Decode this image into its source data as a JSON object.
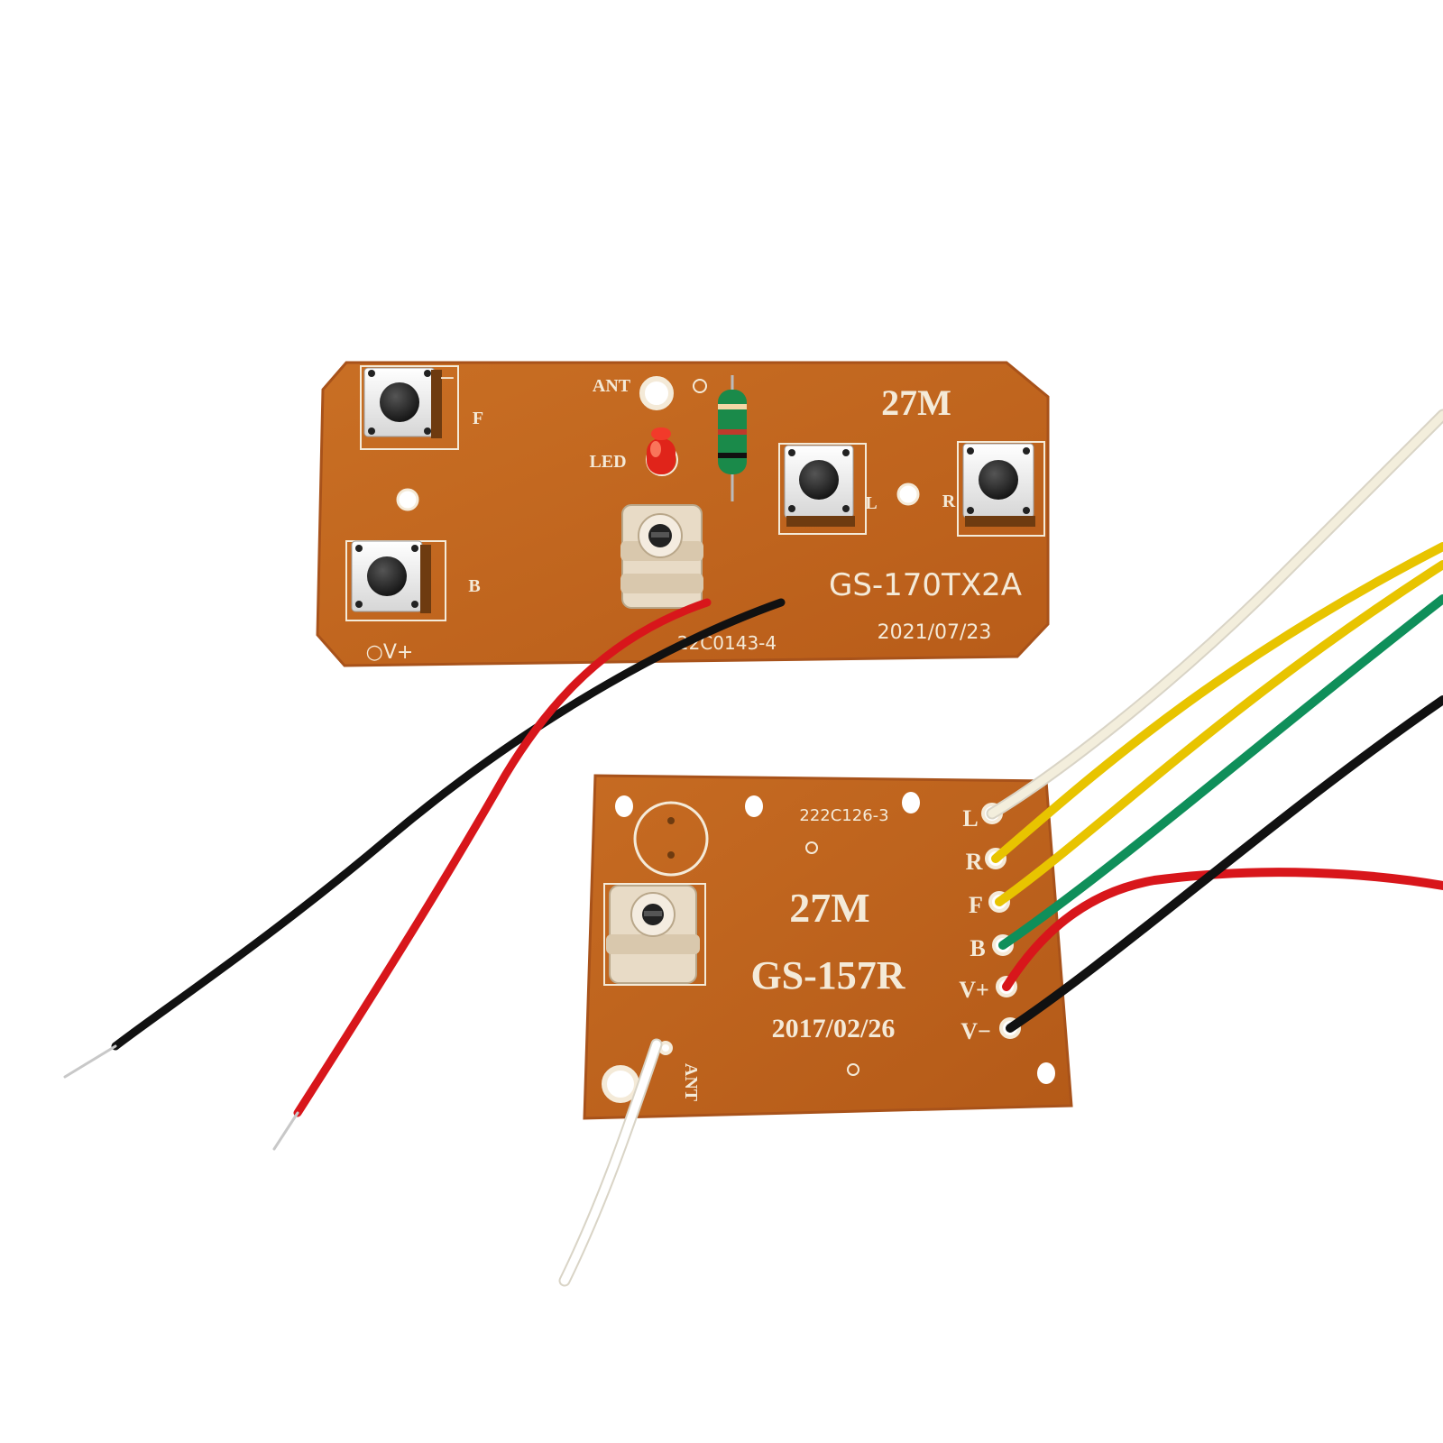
{
  "transmitter_board": {
    "freq_label": "27M",
    "model_label": "GS-170TX2A",
    "date_label": "2021/07/23",
    "pcb_code": "22C0143-4",
    "ant_label": "ANT",
    "led_label": "LED",
    "button_f_label": "F",
    "button_b_label": "B",
    "button_l_label": "L",
    "button_r_label": "R",
    "vplus_label": "○V+",
    "minus_mark": "−"
  },
  "receiver_board": {
    "freq_label": "27M",
    "model_label": "GS-157R",
    "date_label": "2017/02/26",
    "pcb_code": "222C126-3",
    "ant_label": "ANT",
    "pins": [
      {
        "label": "L",
        "wire_color": "#f3eedc"
      },
      {
        "label": "R",
        "wire_color": "#e8c400"
      },
      {
        "label": "F",
        "wire_color": "#e8c400"
      },
      {
        "label": "B",
        "wire_color": "#0f8f5a"
      },
      {
        "label": "V+",
        "wire_color": "#d8161b"
      },
      {
        "label": "V−",
        "wire_color": "#111111"
      }
    ]
  },
  "colors": {
    "pcb": "#c2651d",
    "pcb_edge": "#a8521a",
    "silkscreen": "#f4ead8",
    "wire_red": "#d8161b",
    "wire_black": "#111111",
    "wire_white": "#f3eedc",
    "wire_yellow": "#e8c400",
    "wire_green": "#0f8f5a"
  }
}
